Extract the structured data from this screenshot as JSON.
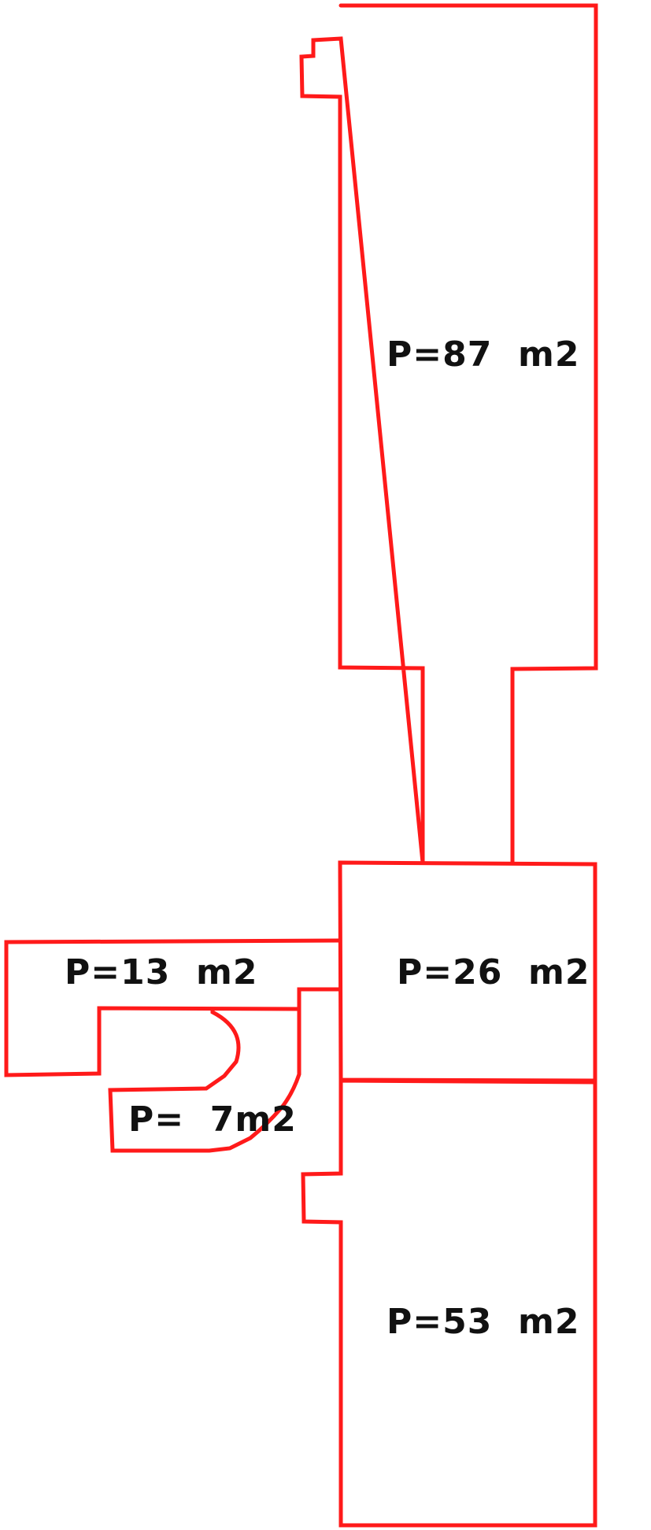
{
  "colors": {
    "outline": "#ff1a1a",
    "label": "#111111",
    "background": "#ffffff"
  },
  "rooms": [
    {
      "id": "room-87",
      "label": "P=87  m2"
    },
    {
      "id": "room-26",
      "label": "P=26  m2"
    },
    {
      "id": "room-13",
      "label": "P=13  m2"
    },
    {
      "id": "room-7",
      "label": "P=  7m2"
    },
    {
      "id": "room-53",
      "label": "P=53  m2"
    }
  ]
}
